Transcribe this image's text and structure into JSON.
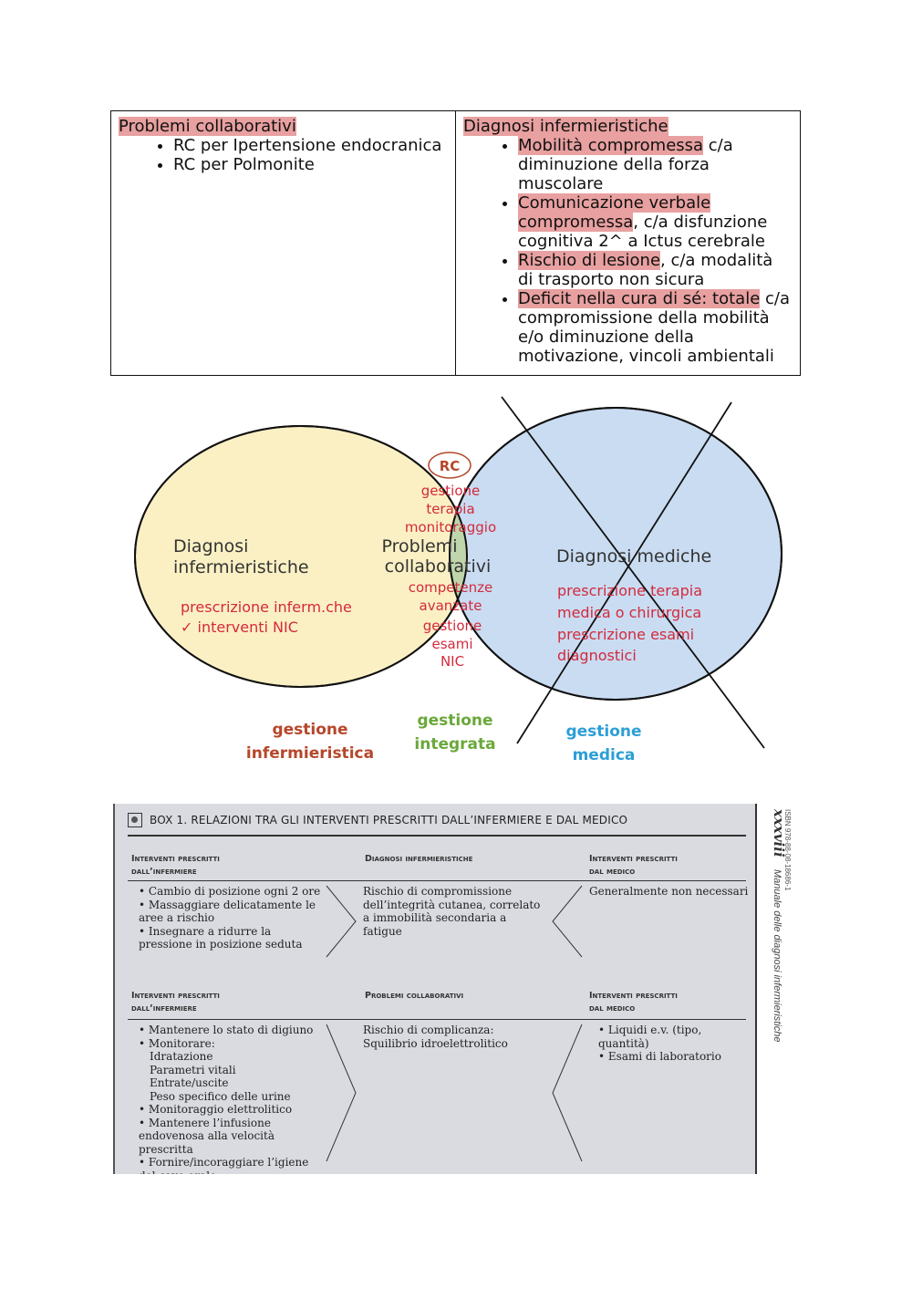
{
  "table": {
    "left": {
      "heading": "Problemi collaborativi",
      "items": [
        "RC per Ipertensione endocranica",
        "RC per Polmonite"
      ]
    },
    "right": {
      "heading": "Diagnosi infermieristiche",
      "items": [
        {
          "hl": "Mobilità compromessa",
          "rest": " c/a diminuzione della forza muscolare"
        },
        {
          "hl": "Comunicazione verbale compromessa",
          "rest": ", c/a disfunzione cognitiva 2^ a Ictus cerebrale"
        },
        {
          "hl": "Rischio di lesione",
          "rest": ", c/a modalità di trasporto non sicura"
        },
        {
          "hl": "Deficit nella cura di sé: totale",
          "rest": " c/a compromissione della mobilità e/o diminuzione della motivazione, vincoli ambientali"
        }
      ]
    }
  },
  "venn": {
    "left_title": [
      "Diagnosi",
      "infermieristiche"
    ],
    "left_items": [
      "prescrizione inferm.che",
      "✓  interventi NIC"
    ],
    "center_badge": "RC",
    "center_top": [
      "gestione",
      "terapia",
      "monitoraggio"
    ],
    "center_title": [
      "Problemi",
      "collaborativi"
    ],
    "center_bottom": [
      "competenze",
      "avanzate",
      "gestione",
      "esami",
      "NIC"
    ],
    "right_title": "Diagnosi mediche",
    "right_items": [
      "prescrizione terapia",
      "medica o chirurgica",
      "prescrizione esami",
      "diagnostici"
    ],
    "labels": {
      "left": [
        "gestione",
        "infermieristica"
      ],
      "center": [
        "gestione",
        "integrata"
      ],
      "right": [
        "gestione",
        "medica"
      ]
    },
    "colors": {
      "left_fill": "#fbf0c4",
      "right_fill": "#c9dcf2",
      "center_fill": "#bfd5ab",
      "red": "#d42a3c",
      "brown": "#b5472a",
      "green": "#6aa83a",
      "blue": "#2c9fd6"
    }
  },
  "box": {
    "title": "BOX 1. RELAZIONI TRA GLI INTERVENTI PRESCRITTI DALL’INFERMIERE E DAL MEDICO",
    "row1": {
      "h1": [
        "Interventi prescritti",
        "dall’infermiere"
      ],
      "h2": "Diagnosi infermieristiche",
      "h3": [
        "Interventi prescritti",
        "dal medico"
      ],
      "c1": [
        "Cambio di posizione ogni 2 ore",
        "Massaggiare delicatamente le aree a rischio",
        "Insegnare a ridurre la pressione in posizione seduta"
      ],
      "c2": "Rischio di compromissione dell’integrità cutanea, correlato a immobilità secondaria a fatigue",
      "c3": "Generalmente non necessari"
    },
    "row2": {
      "h1": [
        "Interventi prescritti",
        "dall’infermiere"
      ],
      "h2": "Problemi collaborativi",
      "h3": [
        "Interventi prescritti",
        "dal medico"
      ],
      "c1": [
        "Mantenere lo stato di digiuno",
        "Monitorare:"
      ],
      "c1_sub": [
        "Idratazione",
        "Parametri vitali",
        "Entrate/uscite",
        "Peso specifico delle urine"
      ],
      "c1_more": [
        "Monitoraggio elettrolitico",
        "Mantenere l’infusione endovenosa alla velocità prescritta",
        "Fornire/incoraggiare l’igiene del cavo orale"
      ],
      "c2": "Rischio di complicanza: Squilibrio idroelettrolitico",
      "c3": [
        "Liquidi e.v. (tipo, quantità)",
        "Esami di laboratorio"
      ]
    },
    "side": {
      "page": "xxxviii",
      "title": "Manuale delle diagnosi infermieristiche",
      "isbn": "ISBN 978-88-08-18686-1"
    }
  }
}
